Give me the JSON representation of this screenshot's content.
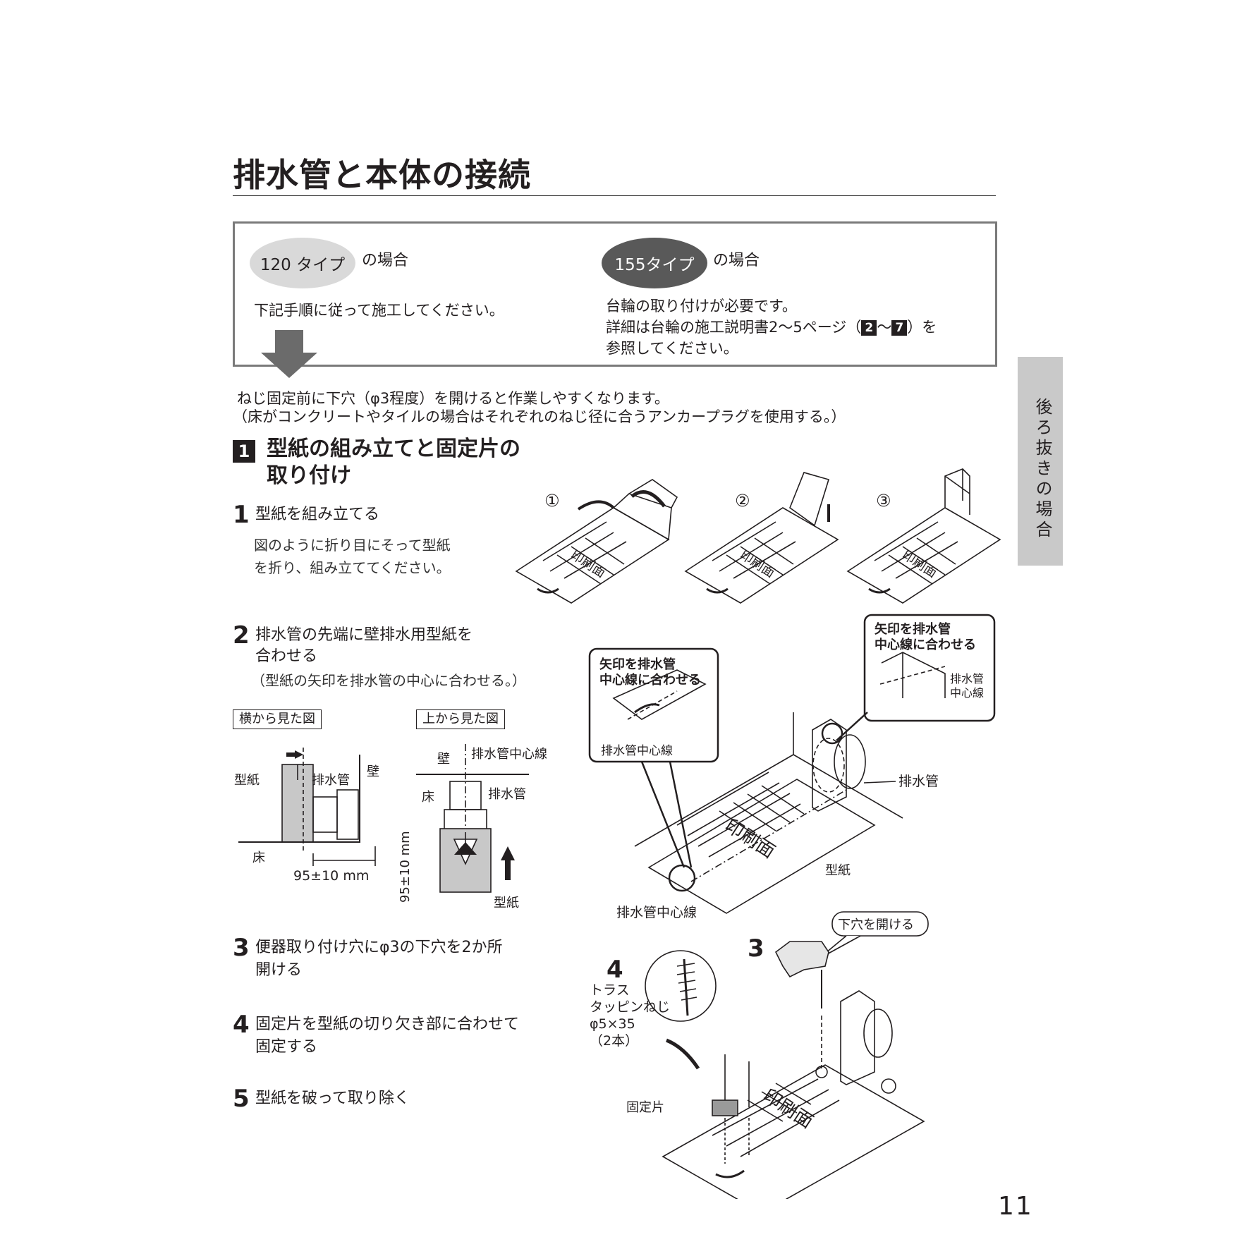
{
  "page": {
    "title": "排水管と本体の接続",
    "page_number": "11",
    "side_tab": "後ろ抜きの場合"
  },
  "type_box": {
    "left": {
      "pill": "120 タイプ",
      "suffix": "の場合",
      "text": "下記手順に従って施工してください。"
    },
    "right": {
      "pill": "155タイプ",
      "suffix": "の場合",
      "line1": "台輪の取り付けが必要です。",
      "line2_a": "詳細は台輪の施工説明書2〜5ページ（",
      "badge_a": "2",
      "tilde": "〜",
      "badge_b": "7",
      "line2_b": "）を",
      "line3": "参照してください。"
    }
  },
  "note": {
    "line1": "ねじ固定前に下穴（φ3程度）を開けると作業しやすくなります。",
    "line2": "（床がコンクリートやタイルの場合はそれぞれのねじ径に合うアンカープラグを使用する。）"
  },
  "section1": {
    "badge": "1",
    "title_line1": "型紙の組み立てと固定片の",
    "title_line2": "取り付け"
  },
  "steps": [
    {
      "num": "1",
      "title": "型紙を組み立てる",
      "body1": "図のように折り目にそって型紙",
      "body2": "を折り、組み立ててください。"
    },
    {
      "num": "2",
      "title": "排水管の先端に壁排水用型紙を",
      "title2": "合わせる",
      "body1": "（型紙の矢印を排水管の中心に合わせる。）"
    },
    {
      "num": "3",
      "title": "便器取り付け穴にφ3の下穴を2か所",
      "title2": "開ける"
    },
    {
      "num": "4",
      "title": "固定片を型紙の切り欠き部に合わせて",
      "title2": "固定する"
    },
    {
      "num": "5",
      "title": "型紙を破って取り除く"
    }
  ],
  "fold_figures": {
    "labels": [
      "①",
      "②",
      "③"
    ],
    "print_side": "印刷面"
  },
  "side_view": {
    "caption": "横から見た図",
    "template": "型紙",
    "pipe": "排水管",
    "wall": "壁",
    "floor": "床",
    "dim": "95±10 mm"
  },
  "top_view": {
    "caption": "上から見た図",
    "center_line": "排水管中心線",
    "pipe": "排水管",
    "wall": "壁",
    "floor": "床",
    "dim": "95±10 mm",
    "template": "型紙"
  },
  "main_figure": {
    "callout_left_line1": "矢印を排水管",
    "callout_left_line2": "中心線に合わせる",
    "callout_left_caption": "排水管中心線",
    "callout_right_line1": "矢印を排水管",
    "callout_right_line2": "中心線に合わせる",
    "callout_right_caption1": "排水管",
    "callout_right_caption2": "中心線",
    "pipe": "排水管",
    "template": "型紙",
    "center_line": "排水管中心線",
    "print_side": "印刷面"
  },
  "drill_figure": {
    "num3": "3",
    "bubble": "下穴を開ける",
    "num4": "4",
    "screw1": "トラス",
    "screw2": "タッピンねじ",
    "screw3": "φ5×35",
    "screw4": "（2本）",
    "bracket": "固定片",
    "print_side": "印刷面"
  },
  "colors": {
    "text": "#231f20",
    "pill_light": "#d9d9d9",
    "pill_dark": "#595959",
    "side_tab": "#c9c9c9",
    "box_border": "#7a7a7a"
  }
}
